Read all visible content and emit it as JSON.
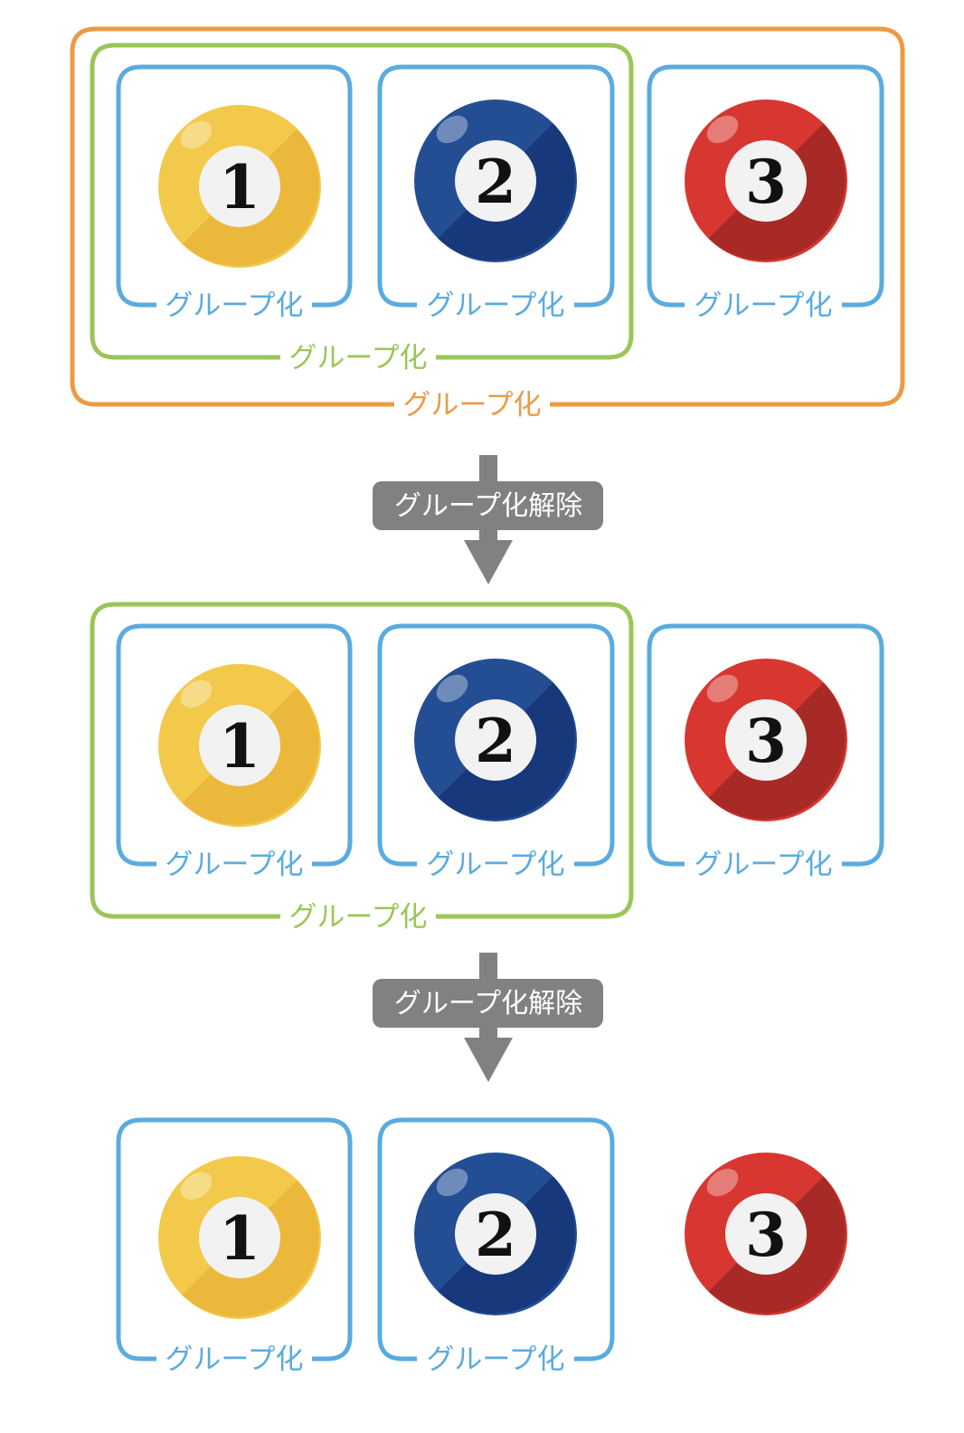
{
  "colors": {
    "blue_group": "#5aabdf",
    "green_group": "#9bc657",
    "orange_group": "#ec9a44",
    "arrow": "#818181"
  },
  "group_label": "グループ化",
  "ungroup_label": "グループ化解除",
  "balls": {
    "b1": {
      "number": "1",
      "light": "#f2c94a",
      "dark": "#ecb83c"
    },
    "b2": {
      "number": "2",
      "light": "#234e94",
      "dark": "#17387a"
    },
    "b3": {
      "number": "3",
      "light": "#d83630",
      "dark": "#a82a26"
    }
  },
  "stages": [
    {
      "state": "grouped: orange(green(blue1, blue2), blue3)"
    },
    {
      "state": "grouped: green(blue1, blue2), blue3"
    },
    {
      "state": "grouped: blue1, blue2; ball 3 ungrouped"
    }
  ]
}
